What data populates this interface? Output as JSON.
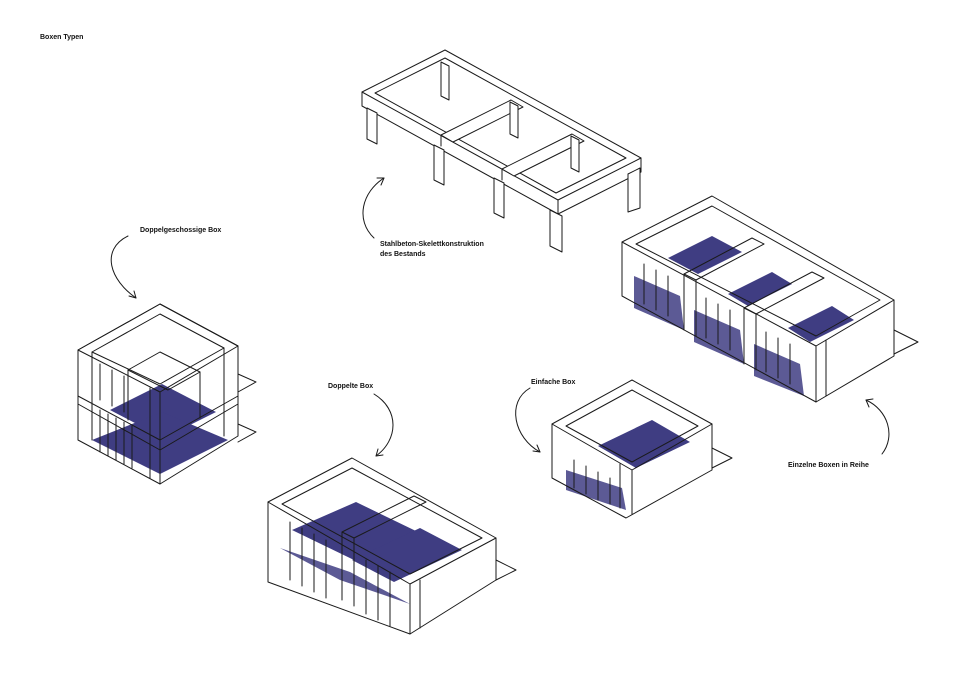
{
  "title": "Boxen Typen",
  "labels": {
    "skeleton_line1": "Stahlbeton-Skelettkonstruktion",
    "skeleton_line2": "des Bestands",
    "double_storey": "Doppelgeschossige Box",
    "double_box": "Doppelte Box",
    "single_box": "Einfache Box",
    "row_boxes": "Einzelne Boxen in Reihe"
  },
  "colors": {
    "line": "#1a1a1a",
    "floor": "#3f3d82",
    "background": "#ffffff"
  }
}
